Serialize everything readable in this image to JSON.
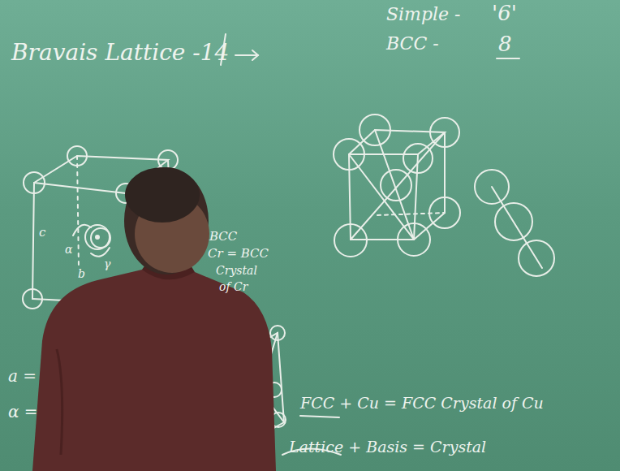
{
  "diagram": {
    "labels": [
      "Bravais Lattice -14",
      "Simple -",
      "'6'",
      "BCC -",
      "8",
      "c",
      "b",
      "α",
      "γ",
      "BCC",
      "Cr = BCC",
      "Crystal",
      "of Cr",
      "a =",
      "α =",
      "FCC + Cu = FCC Crystal of Cu",
      "Lattice + Basis = Crystal"
    ]
  }
}
